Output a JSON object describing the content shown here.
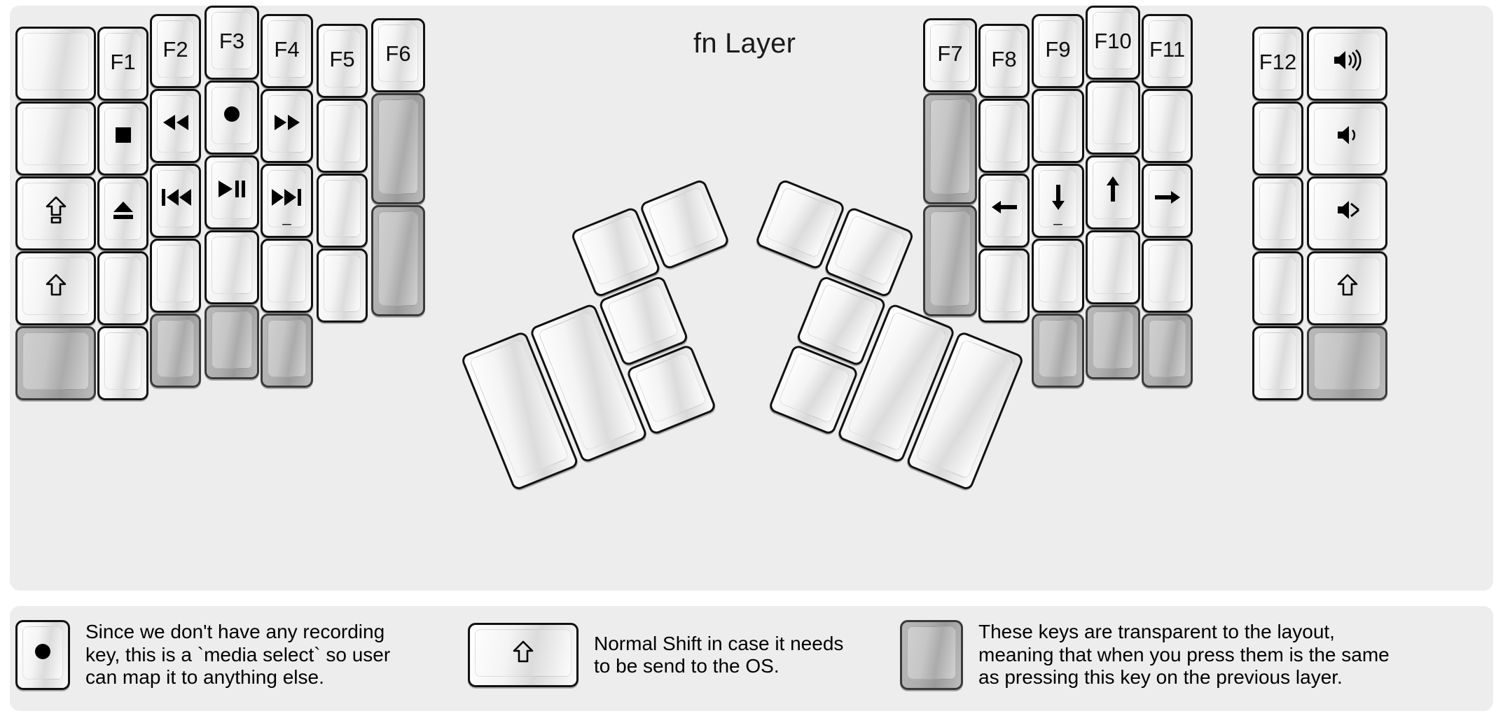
{
  "title": "fn Layer",
  "colors": {
    "panel_bg": "#ededed",
    "page_bg": "#ffffff",
    "key_border": "#111111",
    "transparent_key": "#aeaeae",
    "text": "#000000"
  },
  "keyboard": {
    "name": "split-ergonomic-keyboard",
    "left_half": {
      "columns": [
        {
          "name": "col-pinky-outer",
          "keys": [
            {
              "name": "key-blank-1",
              "glyph": "",
              "transparent": false
            },
            {
              "name": "key-blank-2",
              "glyph": "",
              "transparent": false
            },
            {
              "name": "key-caps-lock",
              "glyph": "caps-lock-icon",
              "transparent": false
            },
            {
              "name": "key-shift",
              "glyph": "shift-icon",
              "transparent": false
            },
            {
              "name": "key-transparent-1",
              "glyph": "",
              "transparent": true
            }
          ]
        },
        {
          "name": "col-pinky",
          "keys": [
            {
              "name": "key-f1",
              "glyph": "F1",
              "transparent": false
            },
            {
              "name": "key-media-stop",
              "glyph": "stop-icon",
              "transparent": false
            },
            {
              "name": "key-media-eject",
              "glyph": "eject-icon",
              "transparent": false
            },
            {
              "name": "key-blank-3",
              "glyph": "",
              "transparent": false
            },
            {
              "name": "key-blank-4",
              "glyph": "",
              "transparent": false
            }
          ]
        },
        {
          "name": "col-ring",
          "keys": [
            {
              "name": "key-f2",
              "glyph": "F2",
              "transparent": false
            },
            {
              "name": "key-media-rewind",
              "glyph": "rewind-icon",
              "transparent": false
            },
            {
              "name": "key-media-prev-track",
              "glyph": "prev-track-icon",
              "transparent": false
            },
            {
              "name": "key-blank-5",
              "glyph": "",
              "transparent": false
            },
            {
              "name": "key-transparent-2",
              "glyph": "",
              "transparent": true
            }
          ]
        },
        {
          "name": "col-middle",
          "keys": [
            {
              "name": "key-f3",
              "glyph": "F3",
              "transparent": false
            },
            {
              "name": "key-media-select",
              "glyph": "record-icon",
              "transparent": false
            },
            {
              "name": "key-media-play-pause",
              "glyph": "play-pause-icon",
              "transparent": false
            },
            {
              "name": "key-blank-6",
              "glyph": "",
              "transparent": false
            },
            {
              "name": "key-transparent-3",
              "glyph": "",
              "transparent": true
            }
          ]
        },
        {
          "name": "col-index",
          "keys": [
            {
              "name": "key-f4",
              "glyph": "F4",
              "transparent": false
            },
            {
              "name": "key-media-fast-forward",
              "glyph": "fast-forward-icon",
              "transparent": false
            },
            {
              "name": "key-media-next-track",
              "glyph": "next-track-icon",
              "sub": "_",
              "transparent": false
            },
            {
              "name": "key-blank-7",
              "glyph": "",
              "transparent": false
            },
            {
              "name": "key-transparent-4",
              "glyph": "",
              "transparent": true
            }
          ]
        },
        {
          "name": "col-index-inner",
          "keys": [
            {
              "name": "key-f5",
              "glyph": "F5",
              "transparent": false
            },
            {
              "name": "key-blank-8",
              "glyph": "",
              "transparent": false
            },
            {
              "name": "key-blank-9",
              "glyph": "",
              "transparent": false
            },
            {
              "name": "key-blank-10",
              "glyph": "",
              "transparent": false
            }
          ]
        },
        {
          "name": "col-extra",
          "keys": [
            {
              "name": "key-f6",
              "glyph": "F6",
              "transparent": false
            },
            {
              "name": "key-transparent-5",
              "glyph": "",
              "transparent": true
            },
            {
              "name": "key-transparent-6",
              "glyph": "",
              "transparent": true
            }
          ]
        }
      ],
      "thumb_cluster": {
        "name": "left-thumb-cluster",
        "keys": [
          {
            "name": "thumb-key-l1",
            "glyph": "",
            "transparent": false
          },
          {
            "name": "thumb-key-l2",
            "glyph": "",
            "transparent": false
          },
          {
            "name": "thumb-key-l3",
            "glyph": "",
            "transparent": false
          },
          {
            "name": "thumb-key-l4",
            "glyph": "",
            "transparent": false
          },
          {
            "name": "thumb-key-l5",
            "glyph": "",
            "transparent": false
          },
          {
            "name": "thumb-key-l6",
            "glyph": "",
            "transparent": false
          }
        ]
      }
    },
    "right_half": {
      "columns": [
        {
          "name": "col-extra-r",
          "keys": [
            {
              "name": "key-f7",
              "glyph": "F7",
              "transparent": false
            },
            {
              "name": "key-transparent-7",
              "glyph": "",
              "transparent": true
            },
            {
              "name": "key-transparent-8",
              "glyph": "",
              "transparent": true
            }
          ]
        },
        {
          "name": "col-index-inner-r",
          "keys": [
            {
              "name": "key-f8",
              "glyph": "F8",
              "transparent": false
            },
            {
              "name": "key-blank-11",
              "glyph": "",
              "transparent": false
            },
            {
              "name": "key-arrow-left",
              "glyph": "arrow-left-icon",
              "transparent": false
            },
            {
              "name": "key-blank-12",
              "glyph": "",
              "transparent": false
            }
          ]
        },
        {
          "name": "col-index-r",
          "keys": [
            {
              "name": "key-f9",
              "glyph": "F9",
              "transparent": false
            },
            {
              "name": "key-blank-13",
              "glyph": "",
              "transparent": false
            },
            {
              "name": "key-arrow-down",
              "glyph": "arrow-down-icon",
              "sub": "_",
              "transparent": false
            },
            {
              "name": "key-blank-14",
              "glyph": "",
              "transparent": false
            },
            {
              "name": "key-transparent-9",
              "glyph": "",
              "transparent": true
            }
          ]
        },
        {
          "name": "col-middle-r",
          "keys": [
            {
              "name": "key-f10",
              "glyph": "F10",
              "transparent": false
            },
            {
              "name": "key-blank-15",
              "glyph": "",
              "transparent": false
            },
            {
              "name": "key-arrow-up",
              "glyph": "arrow-up-icon",
              "transparent": false
            },
            {
              "name": "key-blank-16",
              "glyph": "",
              "transparent": false
            },
            {
              "name": "key-transparent-10",
              "glyph": "",
              "transparent": true
            }
          ]
        },
        {
          "name": "col-ring-r",
          "keys": [
            {
              "name": "key-f11",
              "glyph": "F11",
              "transparent": false
            },
            {
              "name": "key-blank-17",
              "glyph": "",
              "transparent": false
            },
            {
              "name": "key-arrow-right",
              "glyph": "arrow-right-icon",
              "transparent": false
            },
            {
              "name": "key-blank-18",
              "glyph": "",
              "transparent": false
            },
            {
              "name": "key-transparent-11",
              "glyph": "",
              "transparent": true
            }
          ]
        },
        {
          "name": "col-pinky-r",
          "keys": [
            {
              "name": "key-f12",
              "glyph": "F12",
              "transparent": false
            },
            {
              "name": "key-blank-19",
              "glyph": "",
              "transparent": false
            },
            {
              "name": "key-blank-20",
              "glyph": "",
              "transparent": false
            },
            {
              "name": "key-blank-21",
              "glyph": "",
              "transparent": false
            },
            {
              "name": "key-blank-22",
              "glyph": "",
              "transparent": false
            }
          ]
        },
        {
          "name": "col-pinky-outer-r",
          "keys": [
            {
              "name": "key-volume-up",
              "glyph": "volume-up-icon",
              "transparent": false
            },
            {
              "name": "key-volume-down",
              "glyph": "volume-down-icon",
              "transparent": false
            },
            {
              "name": "key-volume-mute",
              "glyph": "volume-mute-icon",
              "transparent": false
            },
            {
              "name": "key-shift-right",
              "glyph": "shift-icon",
              "transparent": false
            },
            {
              "name": "key-transparent-12",
              "glyph": "",
              "transparent": true
            }
          ]
        }
      ],
      "thumb_cluster": {
        "name": "right-thumb-cluster",
        "keys": [
          {
            "name": "thumb-key-r1",
            "glyph": "",
            "transparent": false
          },
          {
            "name": "thumb-key-r2",
            "glyph": "",
            "transparent": false
          },
          {
            "name": "thumb-key-r3",
            "glyph": "",
            "transparent": false
          },
          {
            "name": "thumb-key-r4",
            "glyph": "",
            "transparent": false
          },
          {
            "name": "thumb-key-r5",
            "glyph": "",
            "transparent": false
          },
          {
            "name": "thumb-key-r6",
            "glyph": "",
            "transparent": false
          }
        ]
      }
    }
  },
  "legend": [
    {
      "name": "legend-media-select",
      "key_glyph": "record-icon",
      "key_transparent": false,
      "text": "Since we don't have any recording\nkey, this is a `media select` so user\ncan map it to anything else."
    },
    {
      "name": "legend-normal-shift",
      "key_glyph": "shift-icon",
      "key_transparent": false,
      "text": "Normal Shift in case it needs\nto be send to the OS."
    },
    {
      "name": "legend-transparent-keys",
      "key_glyph": "",
      "key_transparent": true,
      "text": "These keys are transparent to the layout,\nmeaning that when you press them is the same\nas pressing this key on the previous layer."
    }
  ]
}
